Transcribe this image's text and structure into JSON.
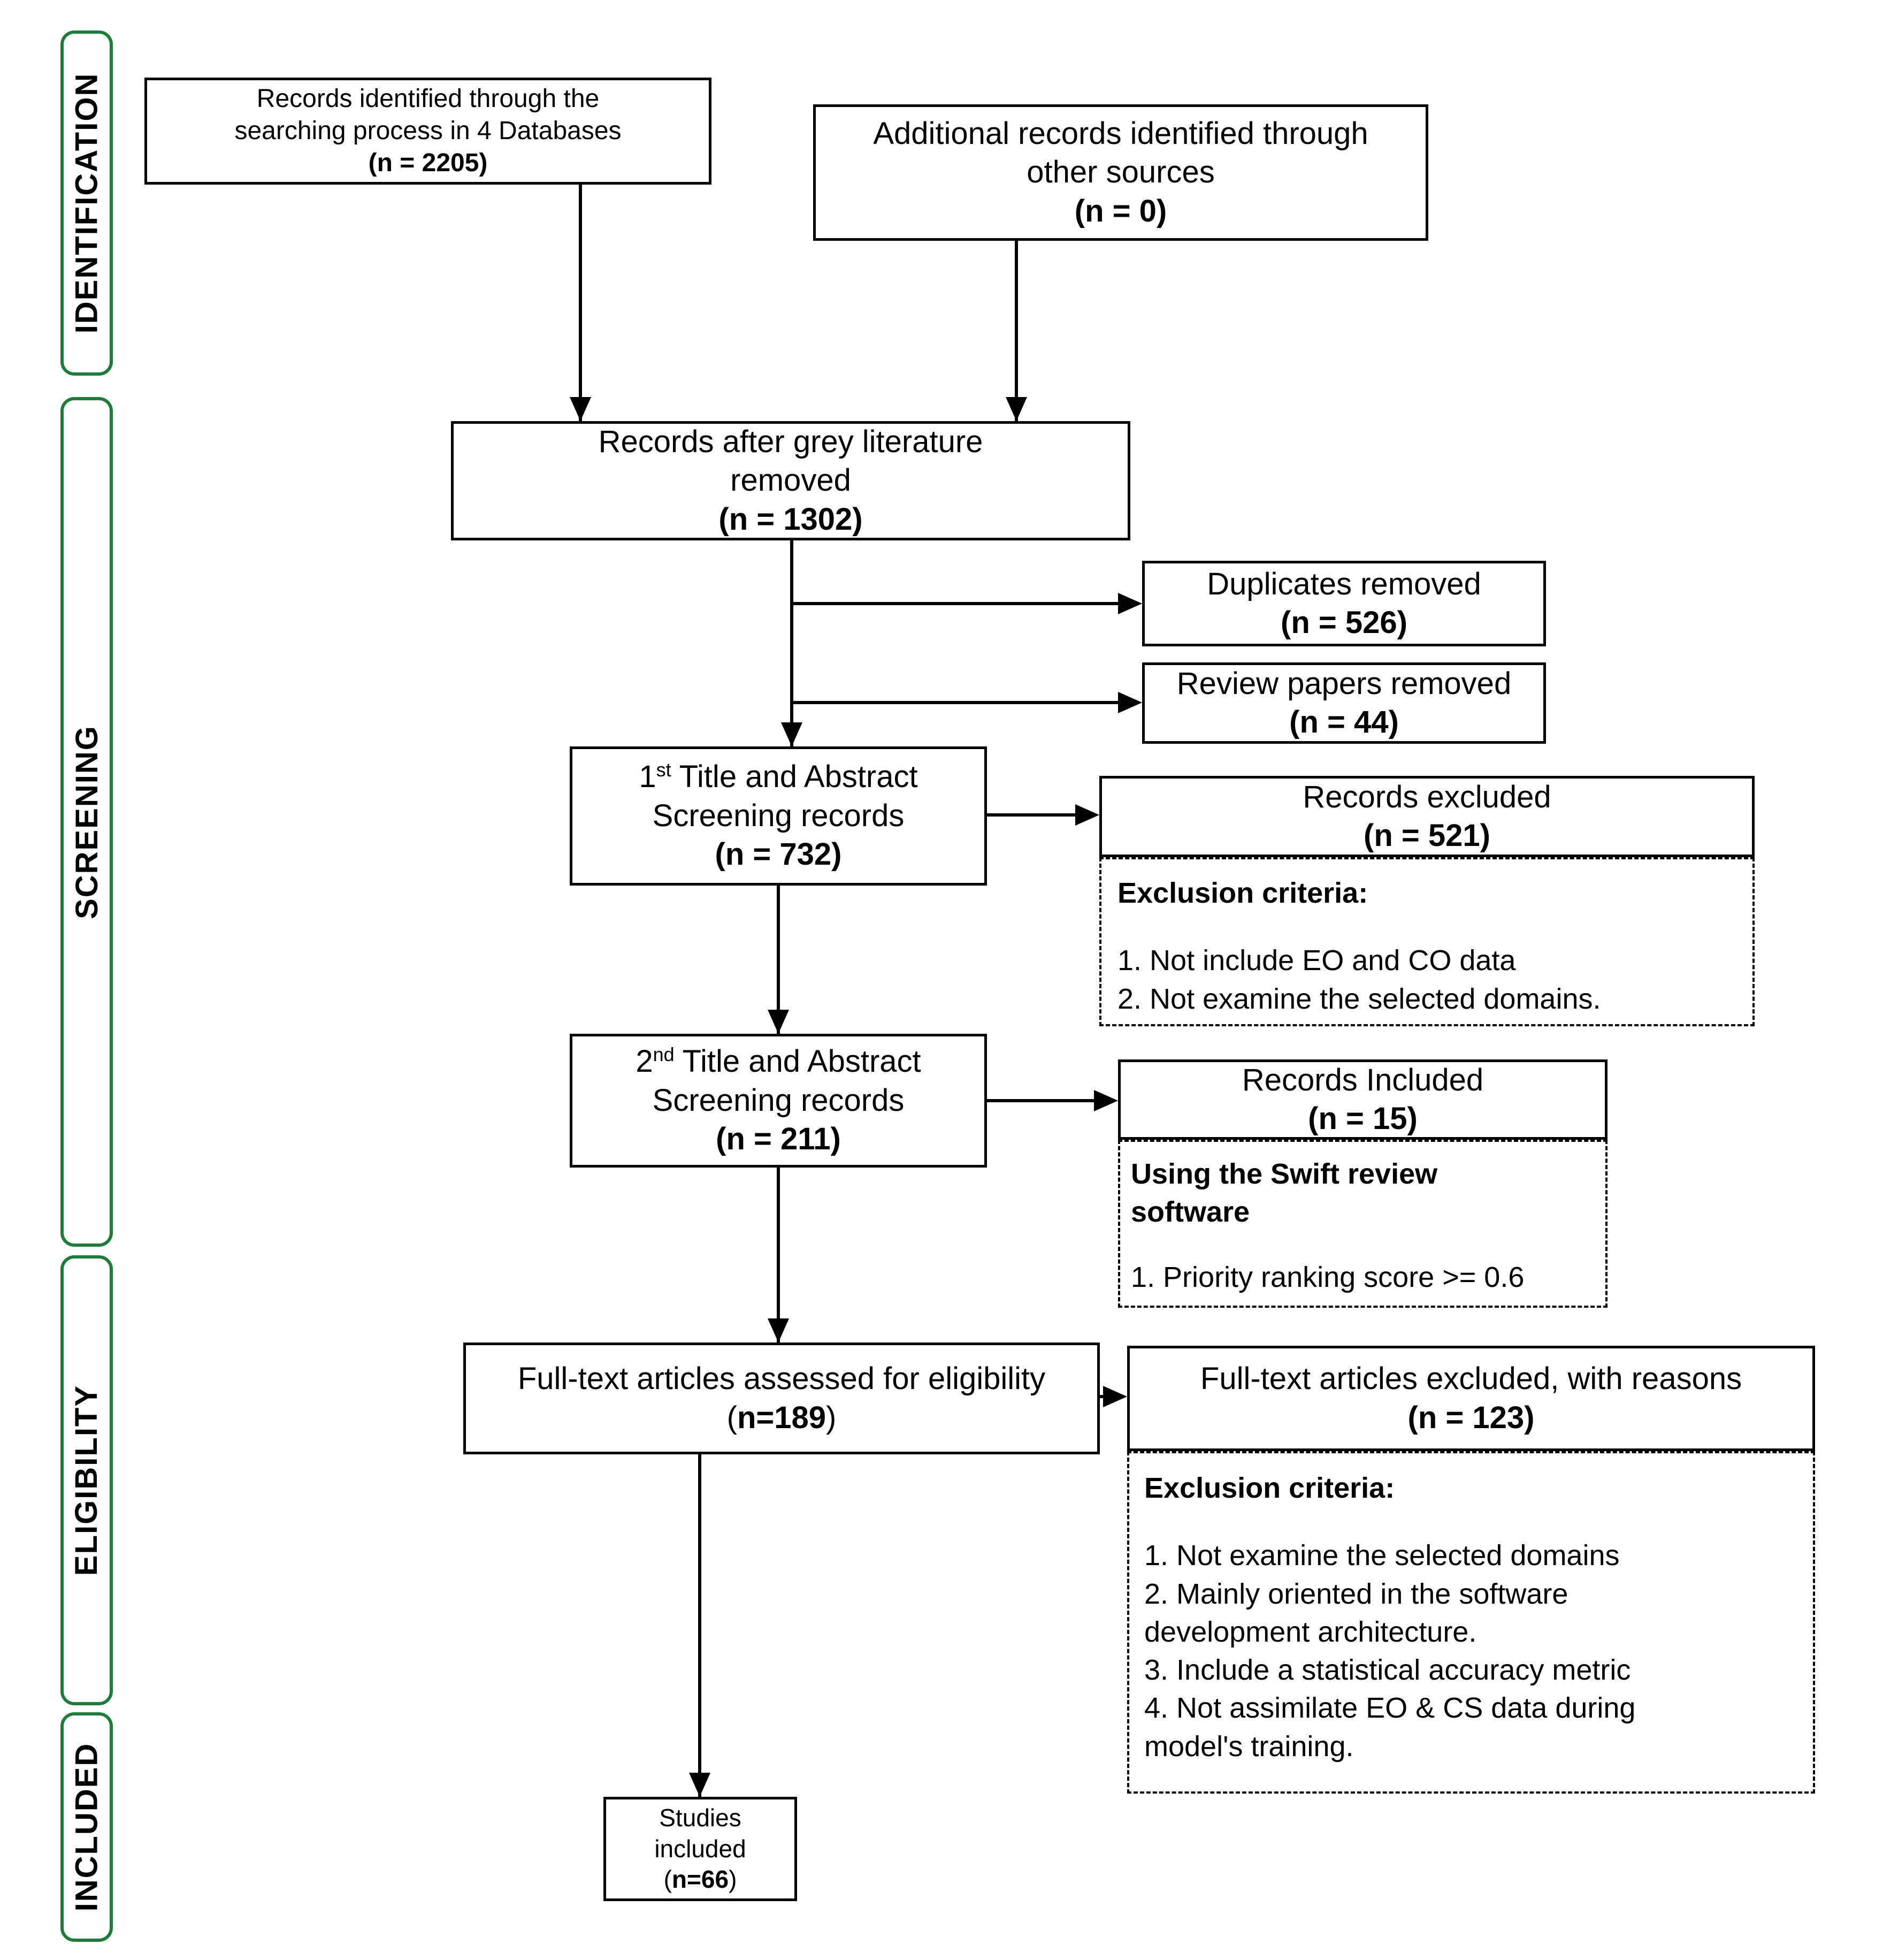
{
  "figure": {
    "type": "prisma-flow-diagram"
  },
  "stage_labels": [
    {
      "id": "identification",
      "label": "IDENTIFICATION"
    },
    {
      "id": "screening",
      "label": "SCREENING"
    },
    {
      "id": "eligibility",
      "label": "ELIGIBILITY"
    },
    {
      "id": "included",
      "label": "INCLUDED"
    }
  ],
  "boxes": {
    "records_identified": {
      "lines": [
        "Records identified through the",
        "searching process in 4 Databases"
      ],
      "count": "(n = 2205)"
    },
    "additional_records": {
      "lines": [
        "Additional records identified through",
        "other sources"
      ],
      "count": "(n = 0)"
    },
    "grey_literature_removed": {
      "lines": [
        "Records after grey literature",
        "removed"
      ],
      "count": "(n = 1302)"
    },
    "duplicates_removed": {
      "line": "Duplicates removed",
      "count": "(n = 526)"
    },
    "review_papers_removed": {
      "line": "Review papers removed",
      "count": "(n = 44)"
    },
    "first_screening": {
      "ordinal": "1",
      "ordinal_suffix": "st",
      "line1_rest": " Title and Abstract",
      "line2": "Screening records",
      "count": "(n = 732)"
    },
    "records_excluded": {
      "title": "Records excluded",
      "count": "(n = 521)",
      "criteria_title": "Exclusion criteria:",
      "criteria_items": [
        "1. Not include EO and CO data",
        "2. Not examine the selected domains."
      ]
    },
    "second_screening": {
      "ordinal": "2",
      "ordinal_suffix": "nd",
      "line1_rest": " Title and Abstract",
      "line2": "Screening records",
      "count": "(n = 211)"
    },
    "records_included": {
      "title": "Records Included",
      "count": "(n = 15)",
      "criteria_title_lines": [
        "Using the Swift review",
        "software"
      ],
      "criteria_items": [
        "1. Priority ranking score >= 0.6"
      ]
    },
    "fulltext_assessed": {
      "line": "Full-text articles assessed for eligibility",
      "count_open": "(",
      "count_value": "n=189",
      "count_close": ")"
    },
    "fulltext_excluded": {
      "title": "Full-text articles excluded, with reasons",
      "count": "(n = 123)",
      "criteria_title": "Exclusion criteria:",
      "criteria_items": [
        "1. Not examine the selected domains",
        "2. Mainly oriented in the software development architecture.",
        "3. Include a statistical accuracy metric",
        "4. Not assimilate EO & CS data during model's training."
      ]
    },
    "studies_included": {
      "line": "Studies included",
      "count_open": "(",
      "count_value": "n=66",
      "count_close": ")"
    }
  },
  "colors": {
    "stage_border": "#1E7B3C",
    "box_border": "#000000",
    "text": "#000000",
    "background": "#FFFFFF"
  }
}
